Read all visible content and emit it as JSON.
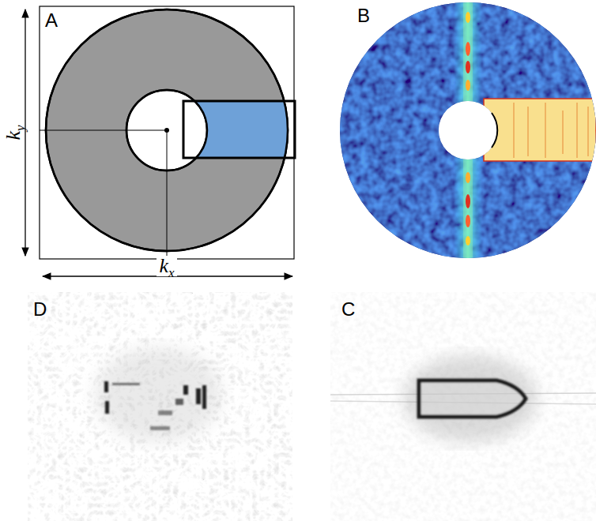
{
  "diagram": {
    "labels": [
      "A",
      "B",
      "k",
      "y",
      "k",
      "x",
      "D",
      "C"
    ]
  }
}
